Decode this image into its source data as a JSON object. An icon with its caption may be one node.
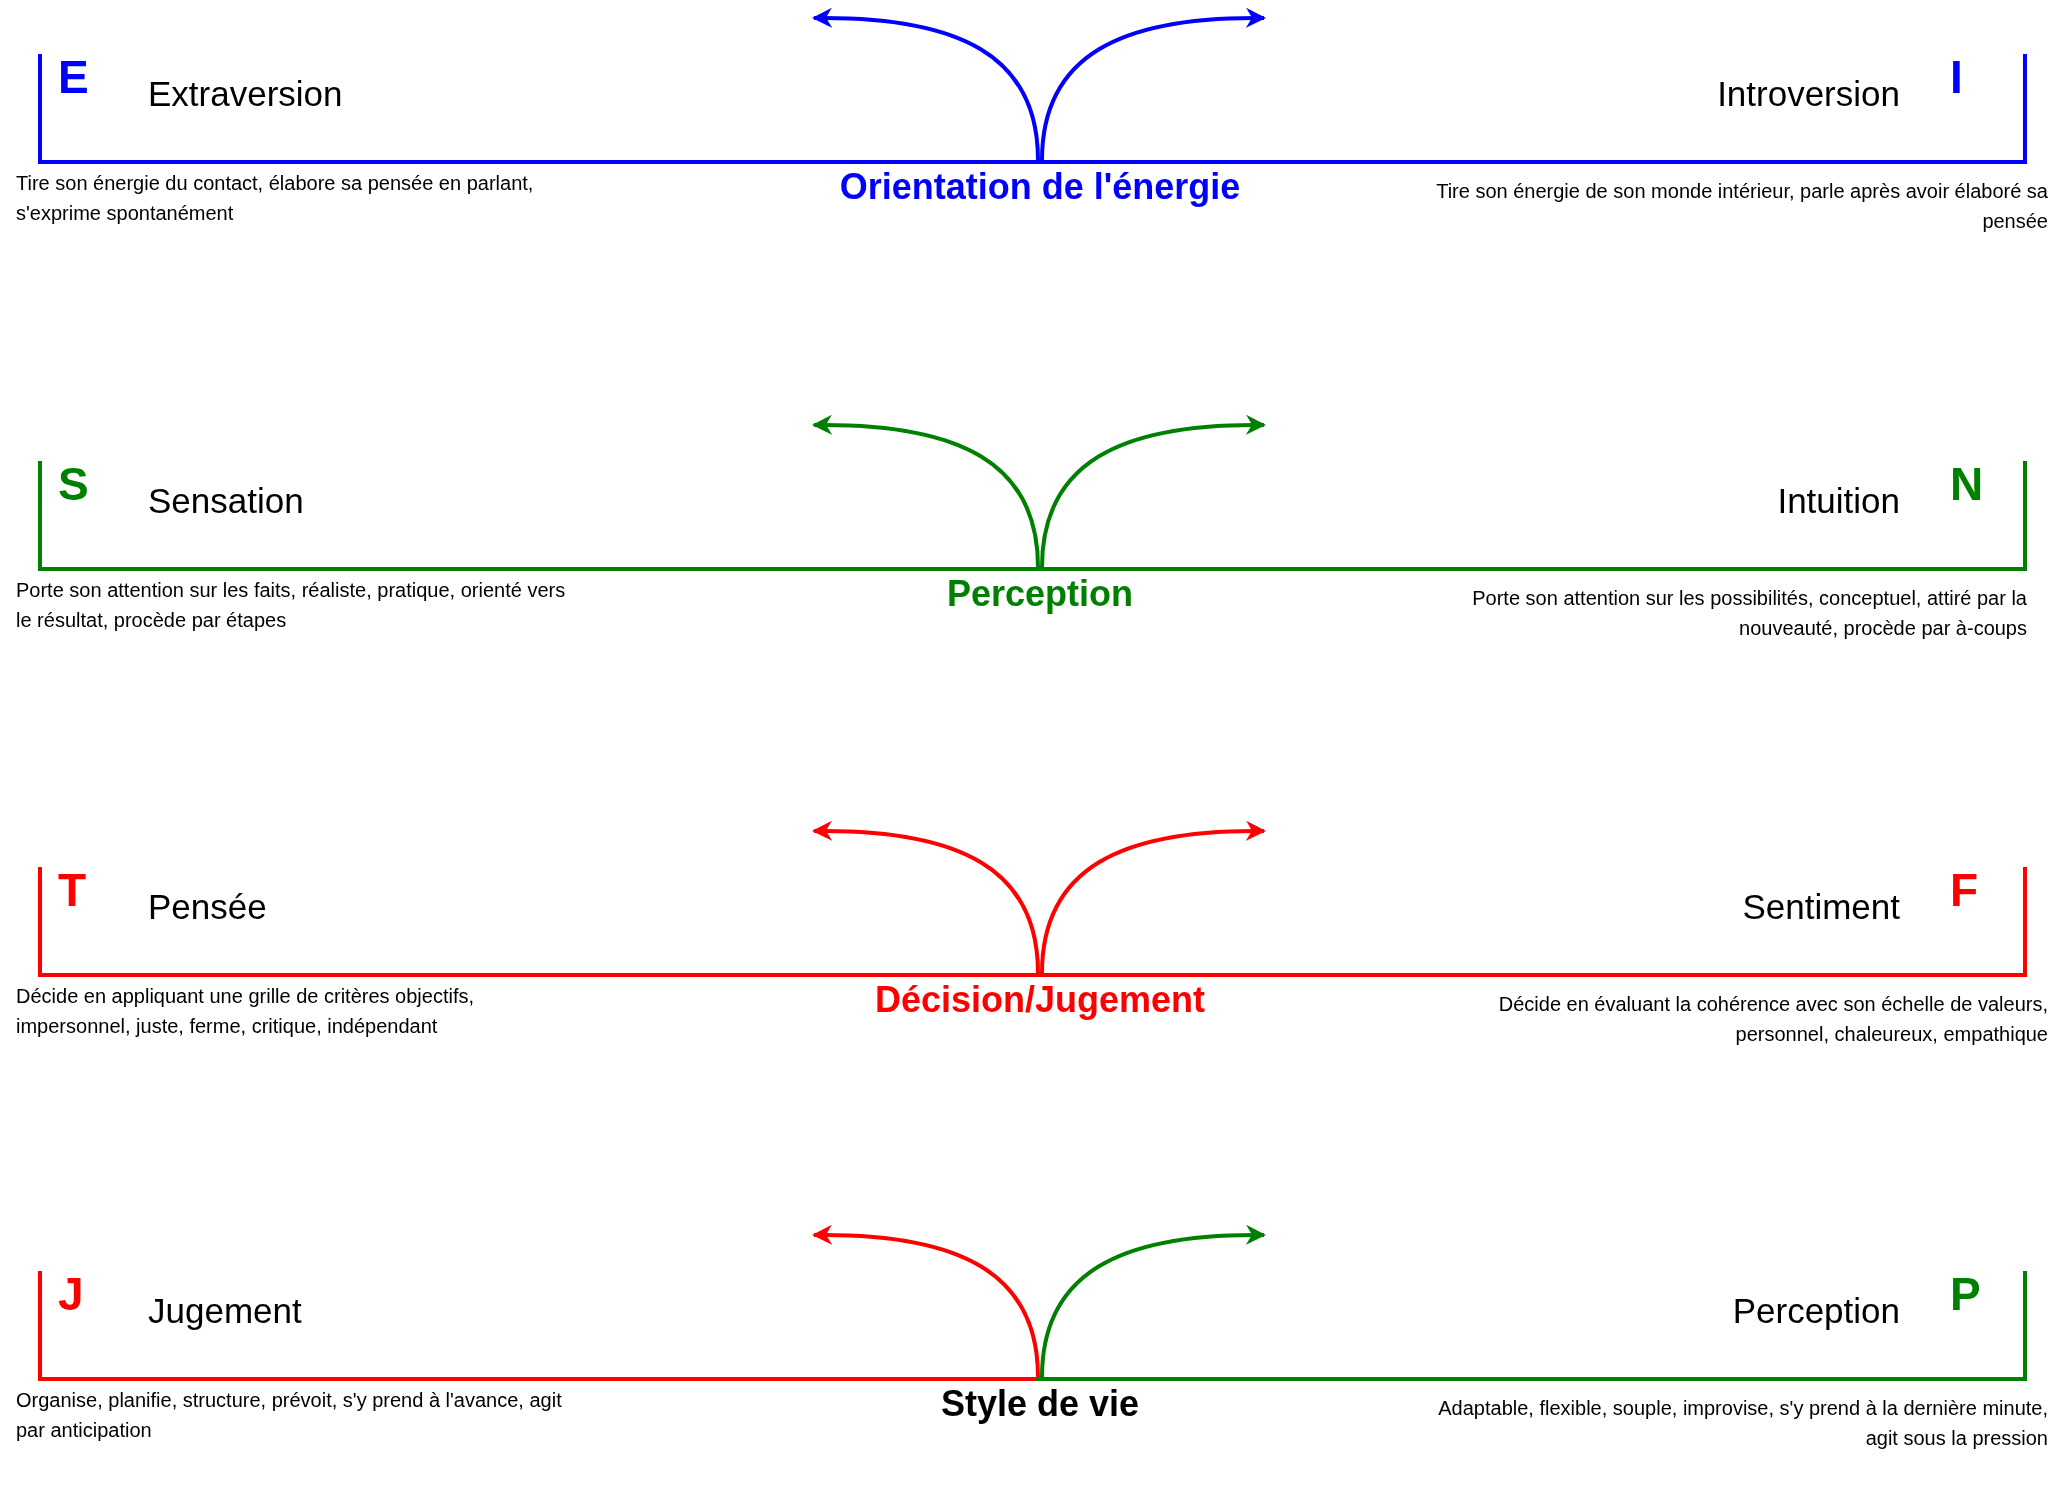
{
  "diagram": {
    "labels": [
      "E",
      "Extraversion",
      "Introversion",
      "I",
      "Tire son énergie du contact, élabore sa pensée en parlant, s'exprime spontanément",
      "Orientation de l'énergie",
      "Tire son énergie de son monde intérieur, parle après avoir élaboré sa pensée",
      "S",
      "Sensation",
      "Intuition",
      "N",
      "Porte son attention sur les faits, réaliste, pratique, orienté vers le résultat, procède par étapes",
      "Perception",
      "Porte son attention sur les possibilités, conceptuel, attiré par la nouveauté, procède par à-coups",
      "T",
      "Pensée",
      "Sentiment",
      "F",
      "Décide en appliquant une grille de critères objectifs, impersonnel, juste, ferme, critique, indépendant",
      "Décision/Jugement",
      "Décide en évaluant la cohérence avec son échelle de valeurs, personnel, chaleureux, empathique",
      "J",
      "Jugement",
      "Perception",
      "P",
      "Organise, planifie, structure, prévoit, s'y prend à l'avance, agit par anticipation",
      "Style de vie",
      "Adaptable, flexible, souple, improvise, s'y prend à la dernière minute, agit sous la pression"
    ]
  }
}
